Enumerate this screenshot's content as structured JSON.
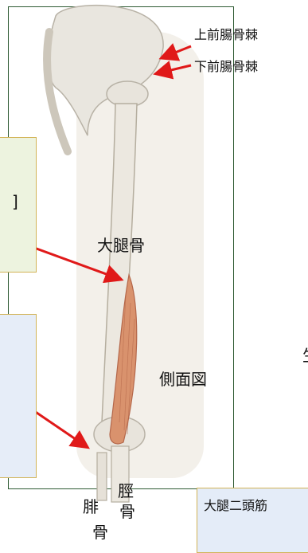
{
  "labels": {
    "asis_upper": "上前腸骨棘",
    "asis_lower": "下前腸骨棘",
    "femur": "大腿骨",
    "lateral_view": "側面図",
    "fibula": "腓",
    "tibia": "脛",
    "bone_left": "骨",
    "bone_right": "骨",
    "bottom_box_text": "大腿二頭筋",
    "partial_right": "生",
    "cutoff_left_1": "]"
  },
  "colors": {
    "arrow": "#e01919",
    "frame": "#2e5a33",
    "box_border": "#d2b356"
  }
}
